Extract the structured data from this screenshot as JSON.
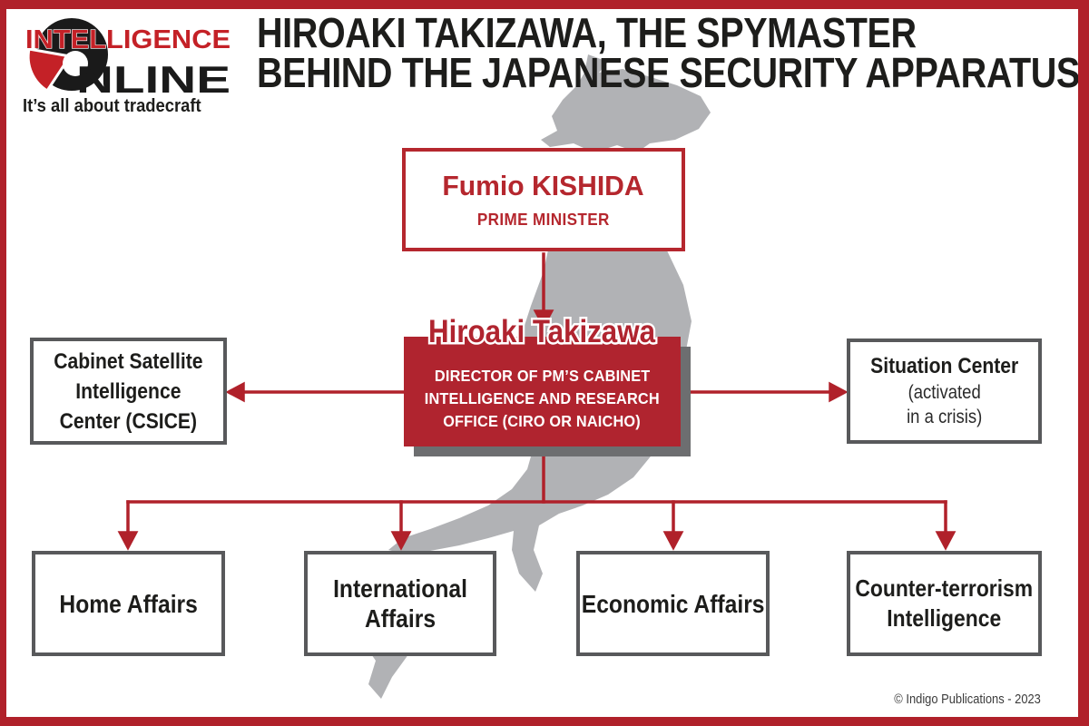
{
  "header": {
    "logo": {
      "text_top": "INTELLIGENCE",
      "text_bottom": "NLINE",
      "tagline": "It’s all about tradecraft"
    },
    "title_line1": "HIROAKI TAKIZAWA, THE SPYMASTER",
    "title_line2": "BEHIND THE JAPANESE SECURITY APPARATUS"
  },
  "org_chart": {
    "prime_minister": {
      "name": "Fumio KISHIDA",
      "role": "PRIME MINISTER"
    },
    "director": {
      "name": "Hiroaki Takizawa",
      "role_line1": "DIRECTOR OF PM’S CABINET",
      "role_line2": "INTELLIGENCE AND RESEARCH",
      "role_line3": "OFFICE (CIRO OR NAICHO)"
    },
    "satellite_center": {
      "line1": "Cabinet Satellite",
      "line2": "Intelligence",
      "line3": "Center (CSICE)"
    },
    "situation_center": {
      "title": "Situation Center",
      "sub_line1": "(activated",
      "sub_line2": "in a crisis)"
    },
    "departments": [
      {
        "line1": "Home Affairs",
        "line2": ""
      },
      {
        "line1": "International",
        "line2": "Affairs"
      },
      {
        "line1": "Economic Affairs",
        "line2": ""
      },
      {
        "line1": "Counter-terrorism",
        "line2": "Intelligence"
      }
    ]
  },
  "footer": {
    "copyright": "© Indigo Publications - 2023"
  },
  "colors": {
    "accent_red": "#B0212A",
    "box_red": "#B0242F",
    "logo_red": "#C42127",
    "map_gray": "#B1B2B5",
    "border_gray": "#58595B",
    "shadow_gray": "#6D6E70",
    "text_black": "#1D1D1B"
  }
}
